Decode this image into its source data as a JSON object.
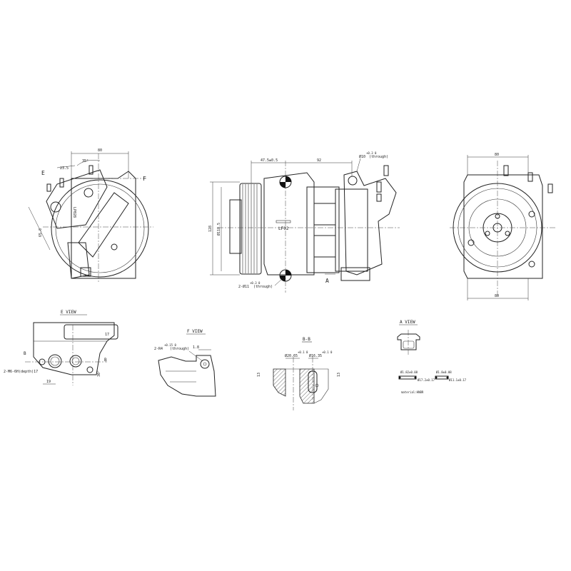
{
  "side_view": {
    "dim_width": "80",
    "dim_angle": "35°",
    "dim_offset": "23.5",
    "label_e": "E",
    "label_f": "F",
    "dim_diag": "65.8",
    "marking": "LP028"
  },
  "front_view": {
    "dim_pulley_offset": "47.5±0.5",
    "dim_span": "92",
    "hole_top": "Ø10",
    "hole_top_tol": "+0.3 0",
    "hole_top_note": "(through)",
    "dim_height": "128",
    "dim_pulley_dia": "Ø118.5",
    "marking": "LF02",
    "hole_bottom": "2-Ø11",
    "hole_bottom_tol": "+0.3 0",
    "hole_bottom_note": "(through)",
    "label_a": "A"
  },
  "rear_view": {
    "dim_top": "80",
    "dim_bottom": "80"
  },
  "e_view": {
    "title": "E VIEW",
    "section_mark": "B",
    "thread_note": "2-M6-6H(depth)17",
    "dim_19": "19",
    "dim_17": "17",
    "dim_angle": "30°"
  },
  "f_view": {
    "title": "F VIEW",
    "hole_note": "2-R4",
    "hole_tol": "+0.15 0",
    "hole_through": "(through)",
    "dim": "1.8"
  },
  "bb_view": {
    "title": "B-B",
    "dia_left": "Ø20.65",
    "dia_left_tol": "+0.1 0",
    "dia_right": "Ø16.35",
    "dia_right_tol": "+0.1 0",
    "depth_left": "13",
    "depth_right": "13"
  },
  "a_view": {
    "title": "A VIEW",
    "oring1_cs": "Ø1.82±0.08",
    "oring1_id": "Ø17.2±0.17",
    "oring2_cs": "Ø1.8±0.08",
    "oring2_id": "Ø11.1±0.17",
    "material": "material:HNBR"
  }
}
